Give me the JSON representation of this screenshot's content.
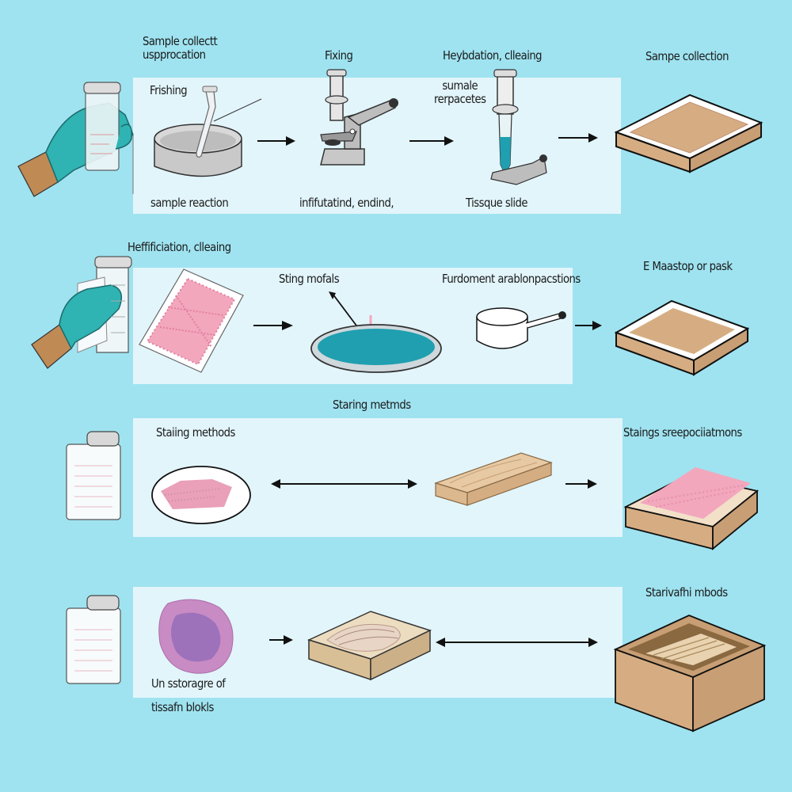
{
  "diagram": {
    "colors": {
      "background": "#9fe3f0",
      "panel": "#e2f5fb",
      "glove": "#2fb3b3",
      "skin": "#c08a55",
      "box": "#d6ad82",
      "tissue_pink": "#f2a7bd",
      "stain_blue": "#1f9fb0",
      "arrow": "#111111"
    },
    "rows": [
      {
        "id": "row-1",
        "labels": {
          "header_left": "Sample collectt\nuspprocation",
          "panel_title": "Frishing",
          "step_2_title": "Fixing",
          "step_3_title": "Heybdation, clleaing",
          "step_3_sub": "sumale\nrerpacetes",
          "result_title": "Sampe collection",
          "caption_1": "sample reaction",
          "caption_2": "infifutatind, endind,",
          "caption_3": "Tissque slide"
        },
        "icons": [
          "gloved-hand-jar-icon",
          "petri-dish-pipette-icon",
          "microscope-icon",
          "microtome-tube-icon",
          "tray-box-icon"
        ],
        "arrows": [
          "right",
          "right",
          "right"
        ]
      },
      {
        "id": "row-2",
        "labels": {
          "header_left": "Heffificiation, clleaing",
          "step_2_title": "Sting mofals",
          "step_3_title": "Furdoment arablonpacstions",
          "result_title": "E Maastop or pask"
        },
        "icons": [
          "gloved-hand-jar-icon",
          "tissue-slide-icon",
          "staining-dish-icon",
          "saucepan-icon",
          "tray-box-icon"
        ],
        "arrows": [
          "right",
          "right"
        ]
      },
      {
        "id": "row-3",
        "labels": {
          "header_center": "Staring metmds",
          "panel_title": "Staiing methods",
          "result_title": "Staings sreepociiatmons"
        },
        "icons": [
          "specimen-jar-icon",
          "tissue-dish-icon",
          "wood-block-icon",
          "tissue-box-icon"
        ],
        "arrows": [
          "both",
          "right"
        ]
      },
      {
        "id": "row-4",
        "labels": {
          "caption": "Un sstoragre of\ntissafn blokls",
          "result_title": "Starivafhi mbods"
        },
        "icons": [
          "specimen-jar-icon",
          "stained-tissue-icon",
          "paraffin-block-icon",
          "storage-box-icon"
        ],
        "arrows": [
          "right",
          "both"
        ]
      }
    ]
  }
}
